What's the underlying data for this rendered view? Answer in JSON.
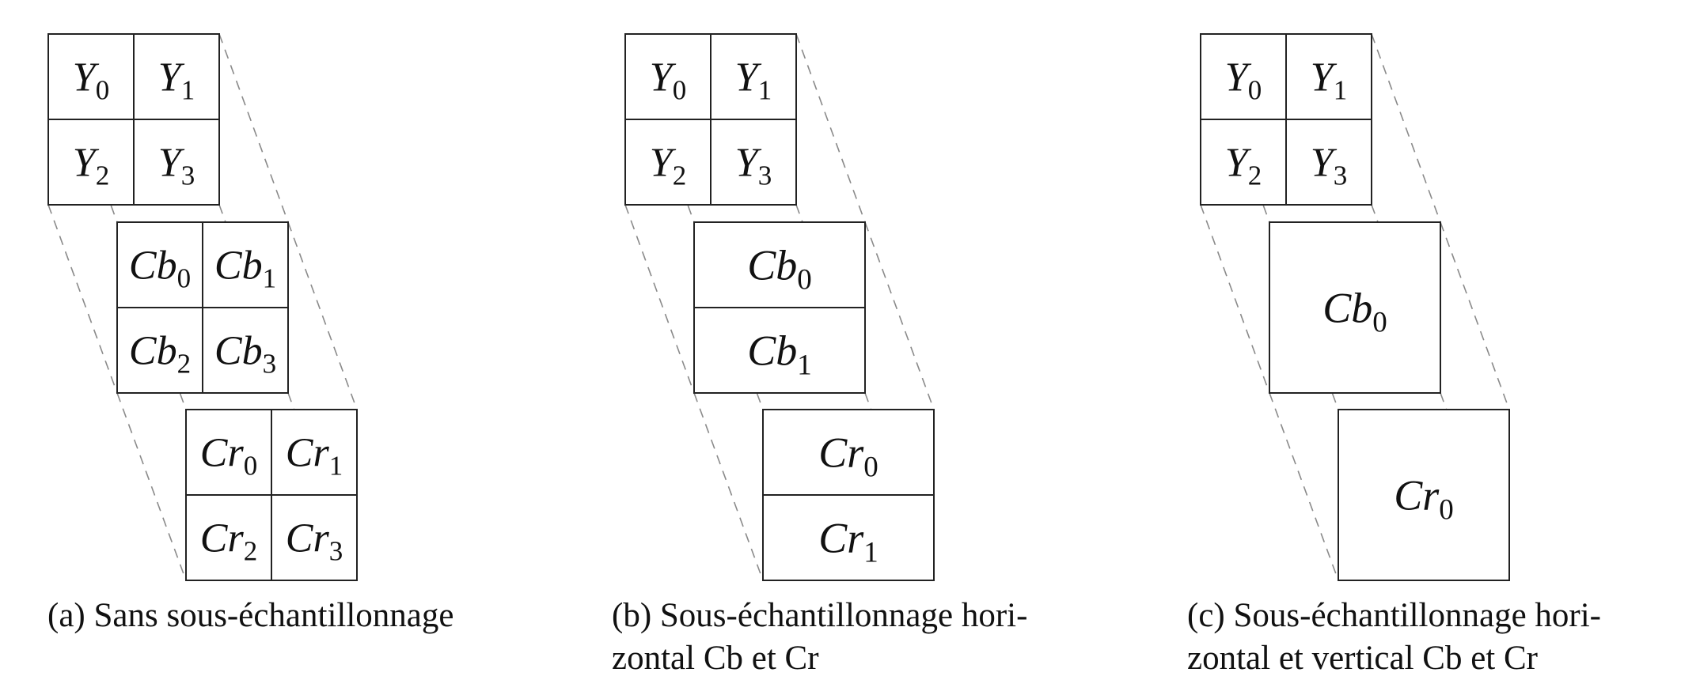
{
  "panels": [
    {
      "caption_lines": [
        "(a)  Sans sous-échantillonnage"
      ],
      "blocks": [
        {
          "cells": [
            {
              "base": "Y",
              "sub": "0"
            },
            {
              "base": "Y",
              "sub": "1"
            },
            {
              "base": "Y",
              "sub": "2"
            },
            {
              "base": "Y",
              "sub": "3"
            }
          ],
          "layout": "2x2"
        },
        {
          "cells": [
            {
              "base": "Cb",
              "sub": "0"
            },
            {
              "base": "Cb",
              "sub": "1"
            },
            {
              "base": "Cb",
              "sub": "2"
            },
            {
              "base": "Cb",
              "sub": "3"
            }
          ],
          "layout": "2x2"
        },
        {
          "cells": [
            {
              "base": "Cr",
              "sub": "0"
            },
            {
              "base": "Cr",
              "sub": "1"
            },
            {
              "base": "Cr",
              "sub": "2"
            },
            {
              "base": "Cr",
              "sub": "3"
            }
          ],
          "layout": "2x2"
        }
      ]
    },
    {
      "caption_lines": [
        "(b)  Sous-échantillonnage  hori-",
        "zontal Cb et Cr"
      ],
      "blocks": [
        {
          "cells": [
            {
              "base": "Y",
              "sub": "0"
            },
            {
              "base": "Y",
              "sub": "1"
            },
            {
              "base": "Y",
              "sub": "2"
            },
            {
              "base": "Y",
              "sub": "3"
            }
          ],
          "layout": "2x2"
        },
        {
          "cells": [
            {
              "base": "Cb",
              "sub": "0"
            },
            {
              "base": "Cb",
              "sub": "1"
            }
          ],
          "layout": "1x2"
        },
        {
          "cells": [
            {
              "base": "Cr",
              "sub": "0"
            },
            {
              "base": "Cr",
              "sub": "1"
            }
          ],
          "layout": "1x2"
        }
      ]
    },
    {
      "caption_lines": [
        "(c)  Sous-échantillonnage  hori-",
        "zontal et vertical Cb et Cr"
      ],
      "blocks": [
        {
          "cells": [
            {
              "base": "Y",
              "sub": "0"
            },
            {
              "base": "Y",
              "sub": "1"
            },
            {
              "base": "Y",
              "sub": "2"
            },
            {
              "base": "Y",
              "sub": "3"
            }
          ],
          "layout": "2x2"
        },
        {
          "cells": [
            {
              "base": "Cb",
              "sub": "0"
            }
          ],
          "layout": "1x1"
        },
        {
          "cells": [
            {
              "base": "Cr",
              "sub": "0"
            }
          ],
          "layout": "1x1"
        }
      ]
    }
  ]
}
